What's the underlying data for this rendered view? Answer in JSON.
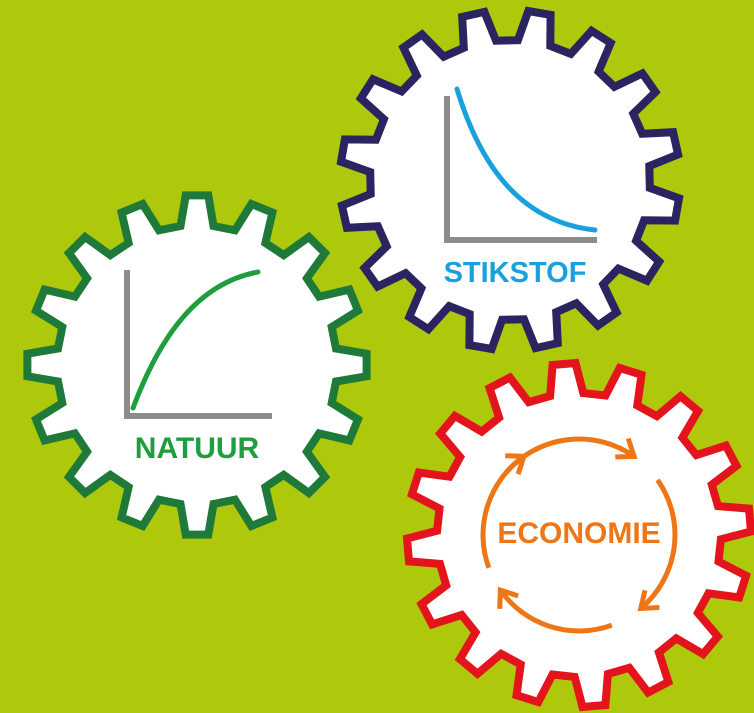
{
  "background_color": "#aec90b",
  "gears": [
    {
      "id": "natuur",
      "label": "NATUUR",
      "outline_color": "#1f7a3a",
      "label_color": "#1e9e3e",
      "icon": "rising-curve-chart-icon",
      "curve_color": "#1e9e3e",
      "axis_color": "#8c8c8c"
    },
    {
      "id": "stikstof",
      "label": "STIKSTOF",
      "outline_color": "#2a2560",
      "label_color": "#1aa0dc",
      "icon": "decay-curve-chart-icon",
      "curve_color": "#1aa0dc",
      "axis_color": "#8c8c8c"
    },
    {
      "id": "economie",
      "label": "ECONOMIE",
      "outline_color": "#e3141b",
      "label_color": "#ee7617",
      "icon": "cycle-arrows-icon",
      "arrow_color": "#ee7617"
    }
  ]
}
